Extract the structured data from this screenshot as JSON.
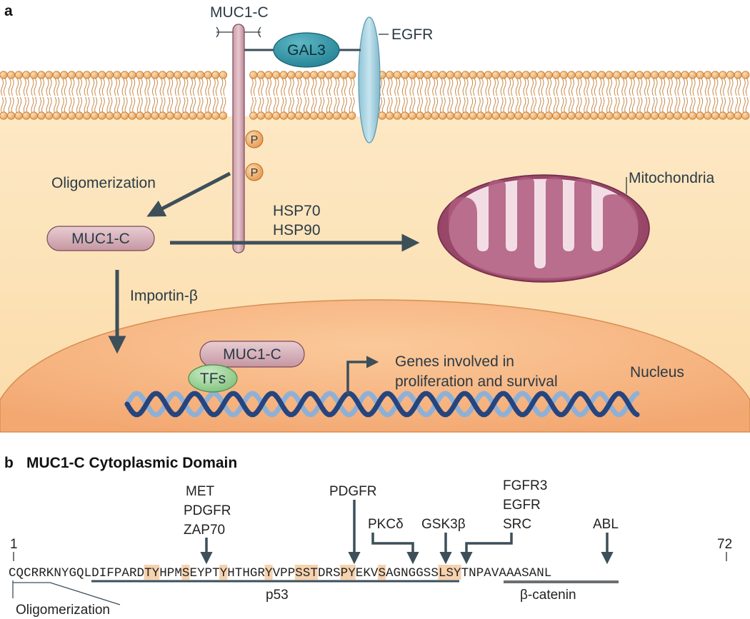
{
  "panel_a": {
    "letter": "a",
    "muc1c_top": "MUC1-C",
    "gal3": "GAL3",
    "egfr": "EGFR",
    "phospho": "P",
    "oligomerization": "Oligomerization",
    "muc1c_cyto": "MUC1-C",
    "hsp70": "HSP70",
    "hsp90": "HSP90",
    "mitochondria": "Mitochondria",
    "importin": "Importin-β",
    "muc1c_nuc": "MUC1-C",
    "tfs": "TFs",
    "genes_line1": "Genes involved in",
    "genes_line2": "proliferation and survival",
    "nucleus": "Nucleus"
  },
  "panel_b": {
    "letter": "b",
    "title": "MUC1-C Cytoplasmic Domain",
    "pos_start": "1",
    "pos_end": "72",
    "sequence": "CQCRRKNYGQLDIFPARDTYHPMSEYPTYHTHGRYVPPSSTDRSPYEKVSAGNGGSSLSYTNPAVAAASANL",
    "highlighted_indices": [
      18,
      19,
      23,
      28,
      34,
      38,
      39,
      40,
      44,
      45,
      49,
      57,
      58,
      59
    ],
    "kinase_groups": {
      "g1": [
        "MET",
        "PDGFR",
        "ZAP70"
      ],
      "g2": [
        "PDGFR"
      ],
      "g3": [
        "PKCδ"
      ],
      "g4": [
        "GSK3β"
      ],
      "g5": [
        "FGFR3",
        "EGFR",
        "SRC"
      ],
      "g6": [
        "ABL"
      ]
    },
    "p53": "p53",
    "beta_catenin": "β-catenin",
    "oligomerization": "Oligomerization"
  }
}
